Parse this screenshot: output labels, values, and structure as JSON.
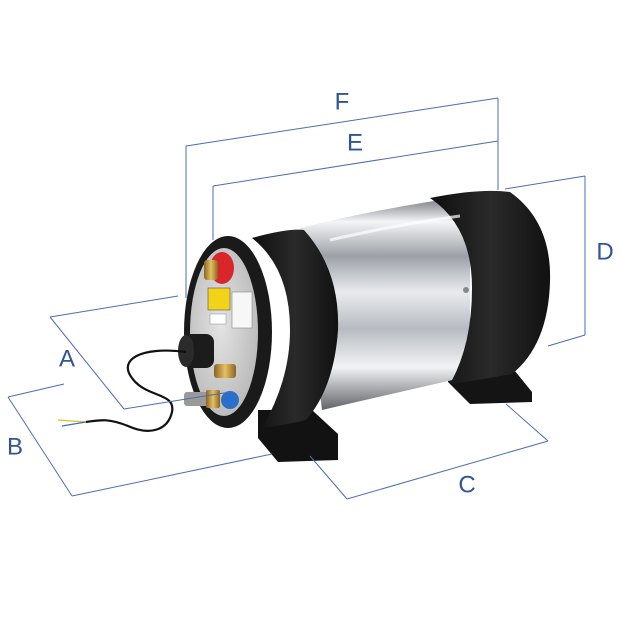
{
  "diagram": {
    "labels": {
      "A": "A",
      "B": "B",
      "C": "C",
      "D": "D",
      "E": "E",
      "F": "F"
    },
    "colors": {
      "dimension_line": "#4a6fb0",
      "dimension_text": "#2f5597",
      "tank_steel": "#c9ccd1",
      "end_caps": "#1b1b1b",
      "feet": "#151515",
      "red_cap": "#d9262b",
      "blue_fitting": "#2a6fc9",
      "brass": "#c99a3a"
    }
  }
}
